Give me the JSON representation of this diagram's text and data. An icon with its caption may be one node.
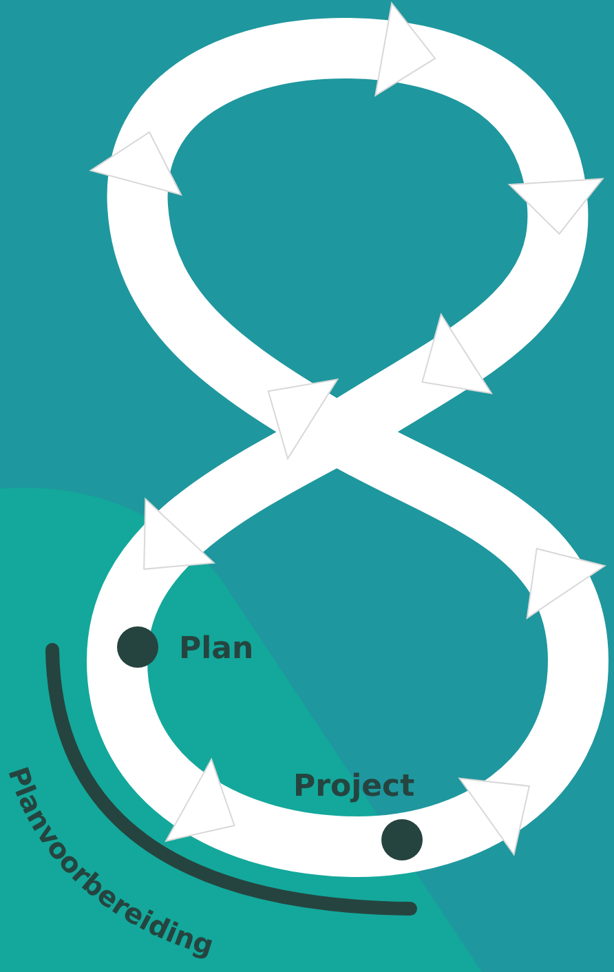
{
  "diagram": {
    "labels": [
      "Plan",
      "Project",
      "Planvoorbereiding"
    ]
  }
}
